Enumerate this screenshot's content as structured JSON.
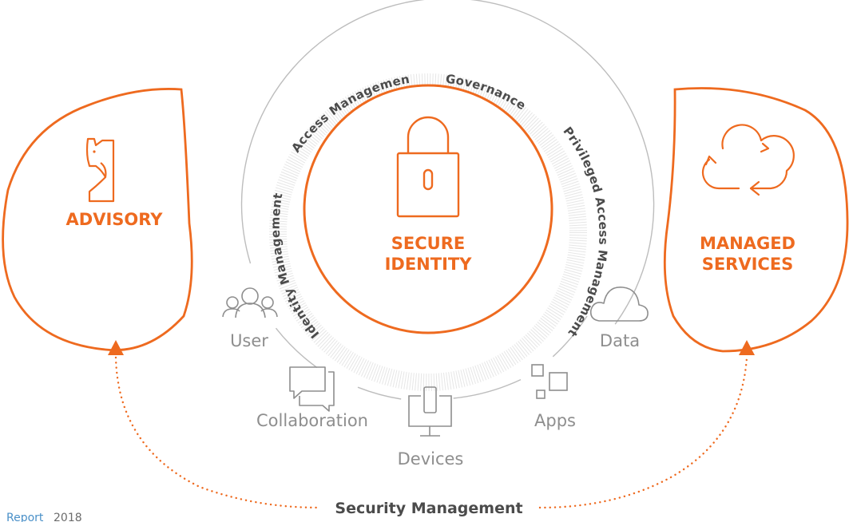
{
  "center": {
    "line1": "SECURE",
    "line2": "IDENTITY"
  },
  "left_pillar": {
    "label": "ADVISORY"
  },
  "right_pillar": {
    "line1": "MANAGED",
    "line2": "SERVICES"
  },
  "ring_labels": {
    "identity": "Identity Management",
    "access": "Access Management",
    "governance": "Governance",
    "privileged": "Privileged Access Management"
  },
  "endpoints": {
    "user": "User",
    "collaboration": "Collaboration",
    "devices": "Devices",
    "apps": "Apps",
    "data": "Data"
  },
  "bottom": {
    "label": "Security Management"
  },
  "footer": {
    "link": "Report",
    "year": "2018"
  },
  "colors": {
    "accent": "#ee6a1f",
    "gray_icon": "#8e8e8e",
    "gray_ring": "#bdbdbd",
    "dark_text": "#4b4b4b",
    "link": "#4a90c8"
  },
  "icons": {
    "left": "knight-chess-icon",
    "center": "padlock-icon",
    "right": "cloud-cycle-icon",
    "user": "users-group-icon",
    "collaboration": "chat-bubbles-icon",
    "devices": "monitor-phone-icon",
    "apps": "app-squares-icon",
    "data": "cloud-icon"
  }
}
